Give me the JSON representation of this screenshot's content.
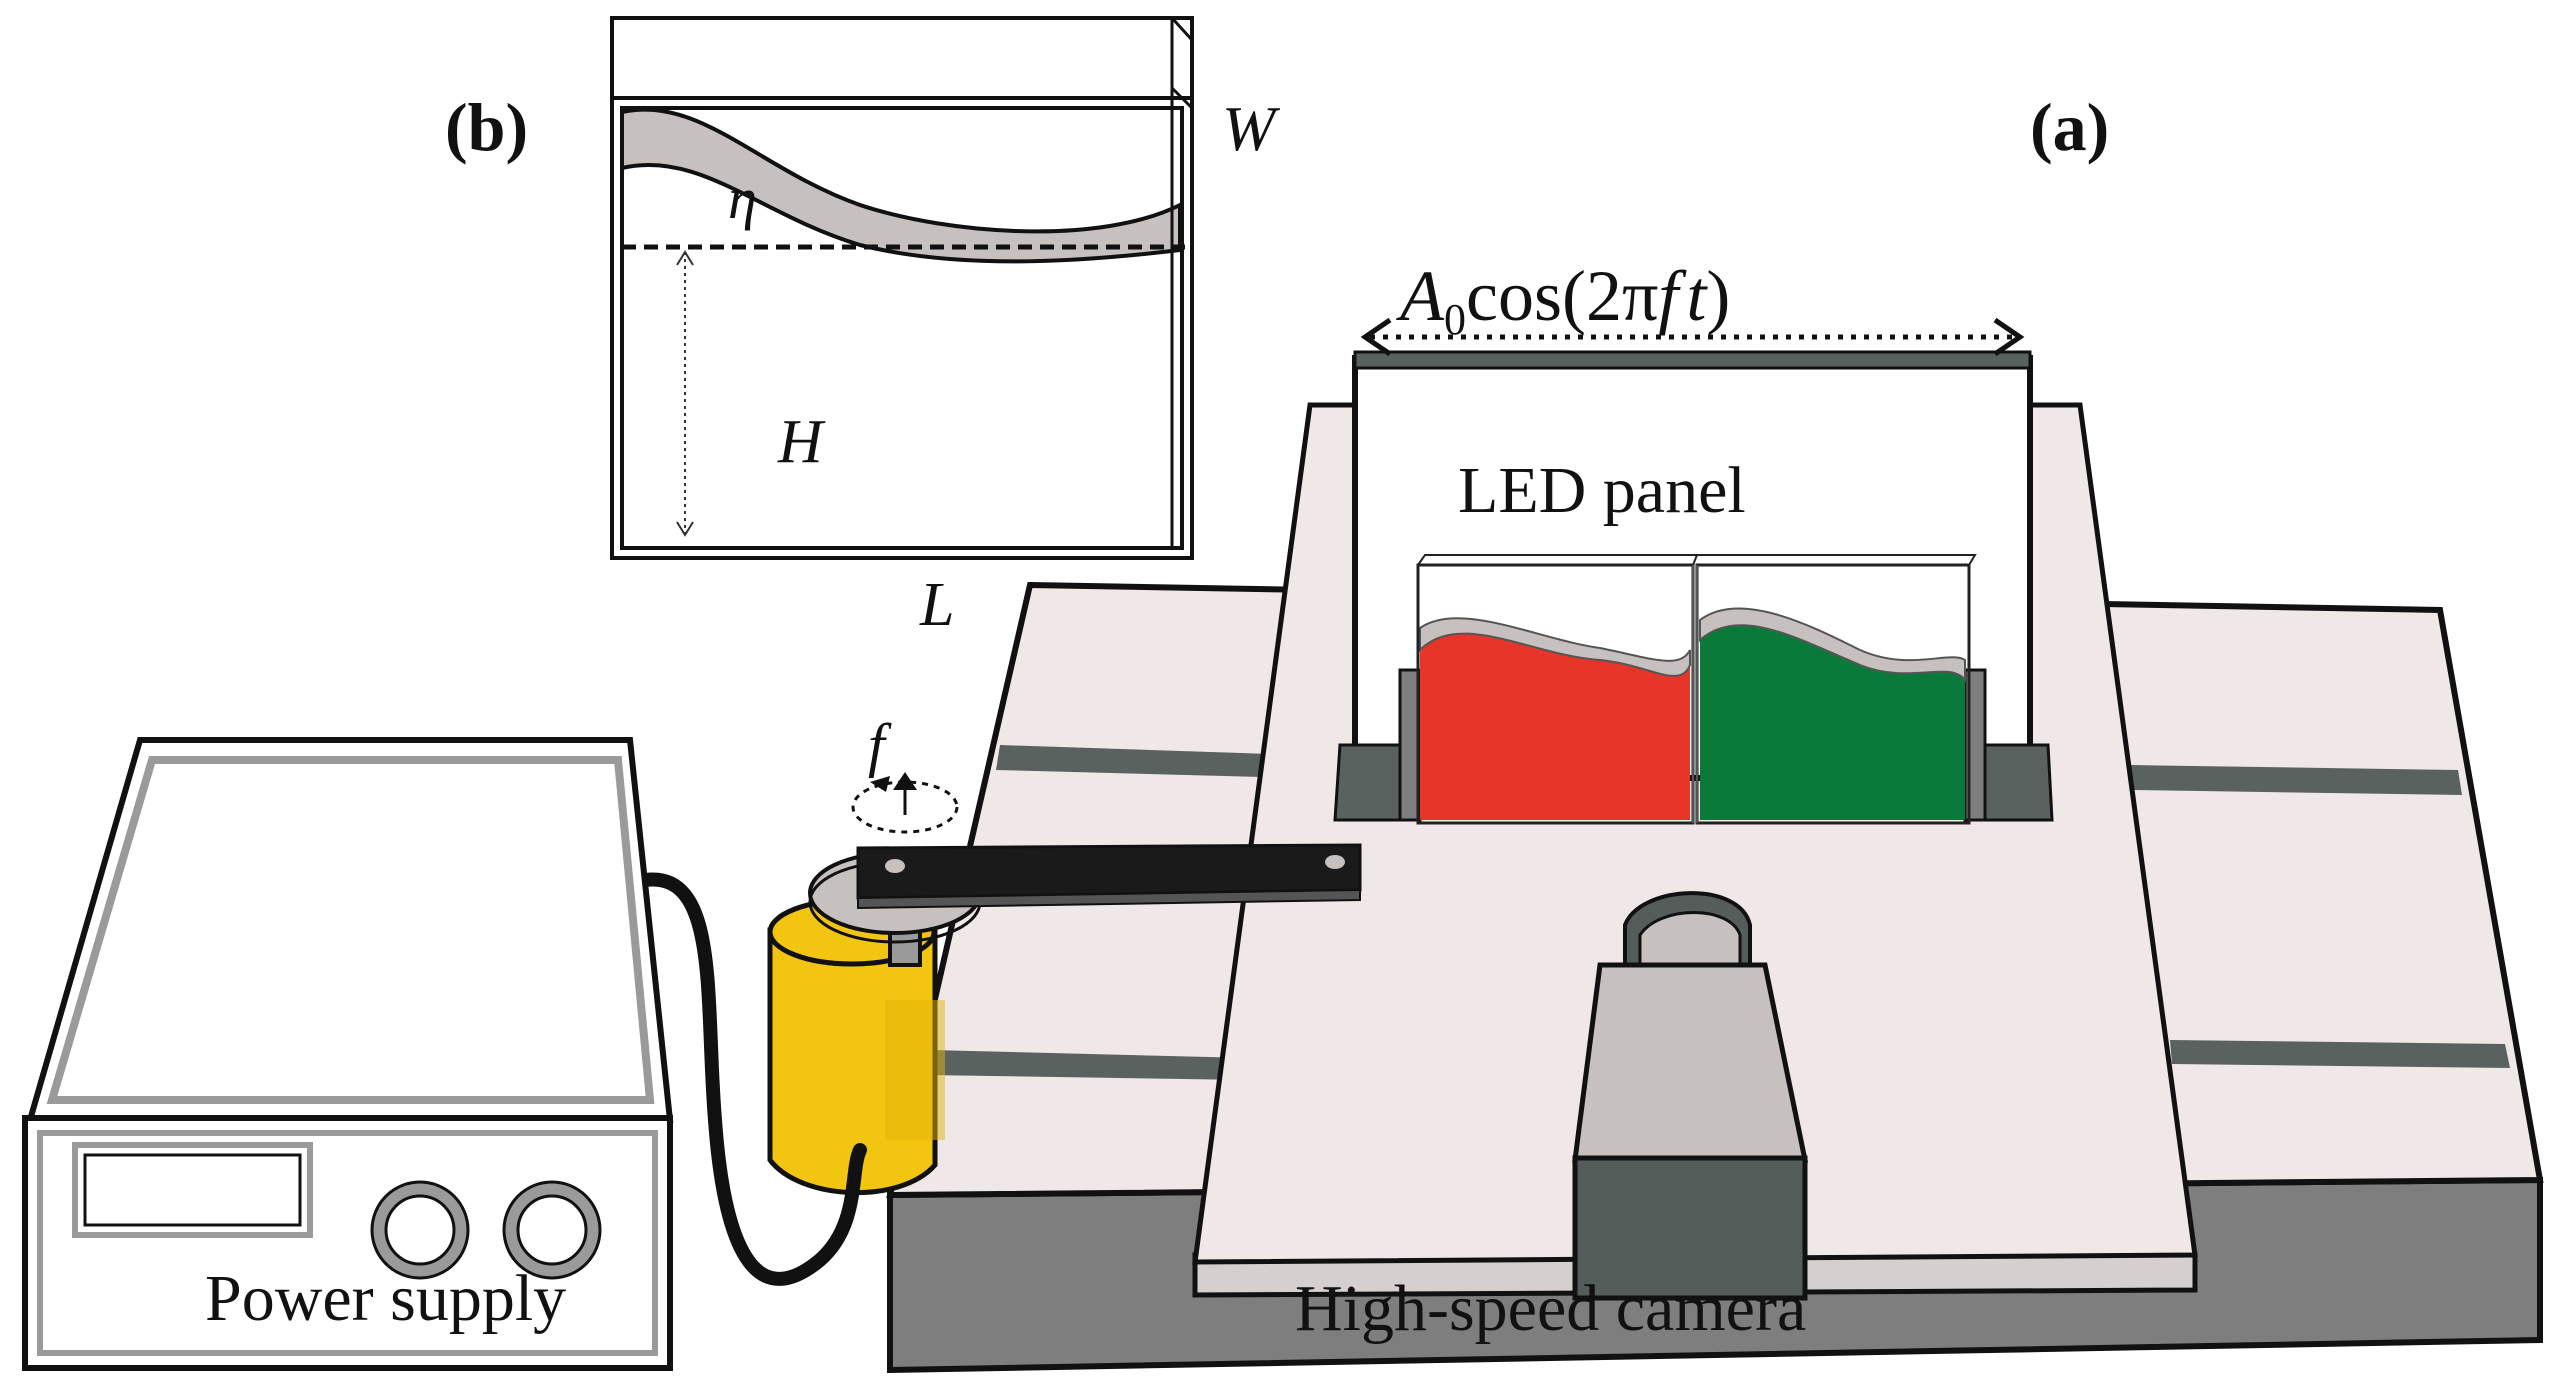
{
  "panels": {
    "a_label": "(a)",
    "b_label": "(b)"
  },
  "labels": {
    "led_panel": "LED panel",
    "power_supply": "Power supply",
    "camera": "High-speed camera",
    "forcing_A": "A",
    "forcing_sub": "0",
    "forcing_rest": "cos(2π",
    "forcing_f": "f",
    "forcing_t": "t",
    "forcing_close": ")",
    "rotation_f": "f"
  },
  "tank_symbols": {
    "W": "W",
    "H": "H",
    "L": "L",
    "eta": "η"
  },
  "colors": {
    "red_liquid": "#E8352A",
    "green_liquid": "#0A7A3A",
    "motor_yellow": "#F2C511",
    "table_top": "#EFE8E6",
    "table_side": "#7F7F7F",
    "rail": "#5A625F",
    "camera_body": "#555D5B",
    "camera_light": "#C6C1BF"
  },
  "icons": [
    "power-supply-icon",
    "motor-icon",
    "camera-icon",
    "led-panel-icon",
    "tank-icon"
  ]
}
